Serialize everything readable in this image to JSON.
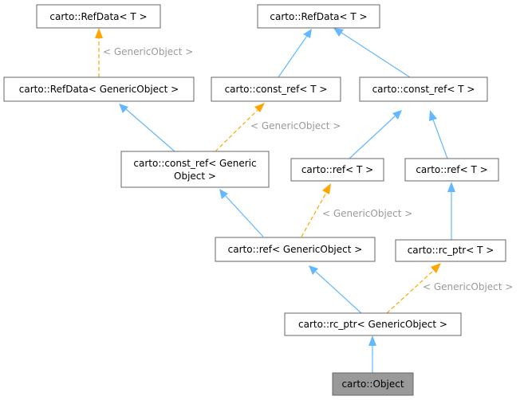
{
  "nodes": {
    "refdata_t_left": "carto::RefData< T >",
    "refdata_t_right": "carto::RefData< T >",
    "refdata_generic": "carto::RefData< GenericObject >",
    "const_ref_t_mid": "carto::const_ref< T >",
    "const_ref_t_right": "carto::const_ref< T >",
    "const_ref_generic_line1": "carto::const_ref< Generic",
    "const_ref_generic_line2": "Object >",
    "ref_t_mid": "carto::ref< T >",
    "ref_t_right": "carto::ref< T >",
    "ref_generic": "carto::ref< GenericObject >",
    "rc_ptr_t": "carto::rc_ptr< T >",
    "rc_ptr_generic": "carto::rc_ptr< GenericObject >",
    "object": "carto::Object"
  },
  "edge_labels": {
    "refdata_generic_label": "< GenericObject >",
    "const_ref_generic_label": "< GenericObject >",
    "ref_generic_label": "< GenericObject >",
    "rc_ptr_generic_label": "< GenericObject >"
  },
  "colors": {
    "inheritance_edge": "#63b8ff",
    "template_edge": "#ffa500",
    "highlight_node": "#999999"
  }
}
